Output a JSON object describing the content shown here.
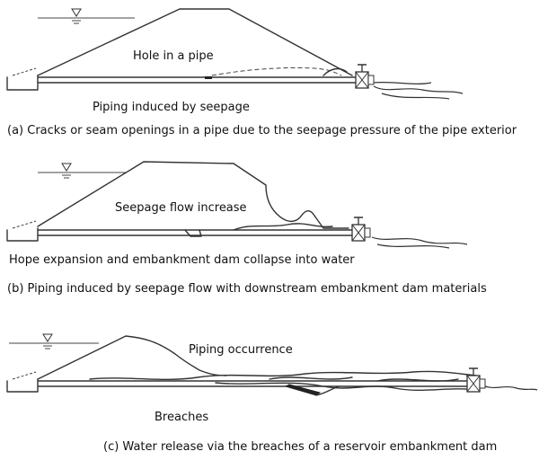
{
  "panels": [
    {
      "id": "a",
      "labels": [
        "Hole in a pipe",
        "Piping induced by seepage"
      ],
      "caption": "(a) Cracks or seam openings in a pipe due to the seepage pressure of the pipe exterior"
    },
    {
      "id": "b",
      "labels": [
        "Seepage flow increase",
        "Hope expansion and embankment dam collapse into water"
      ],
      "caption": "(b) Piping induced by seepage flow with downstream embankment dam materials"
    },
    {
      "id": "c",
      "labels": [
        "Piping occurrence",
        "Breaches"
      ],
      "caption": "(c) Water release via the breaches of a reservoir embankment dam"
    }
  ],
  "icons": [
    "water-level-triangle-icon",
    "gate-valve-icon"
  ]
}
